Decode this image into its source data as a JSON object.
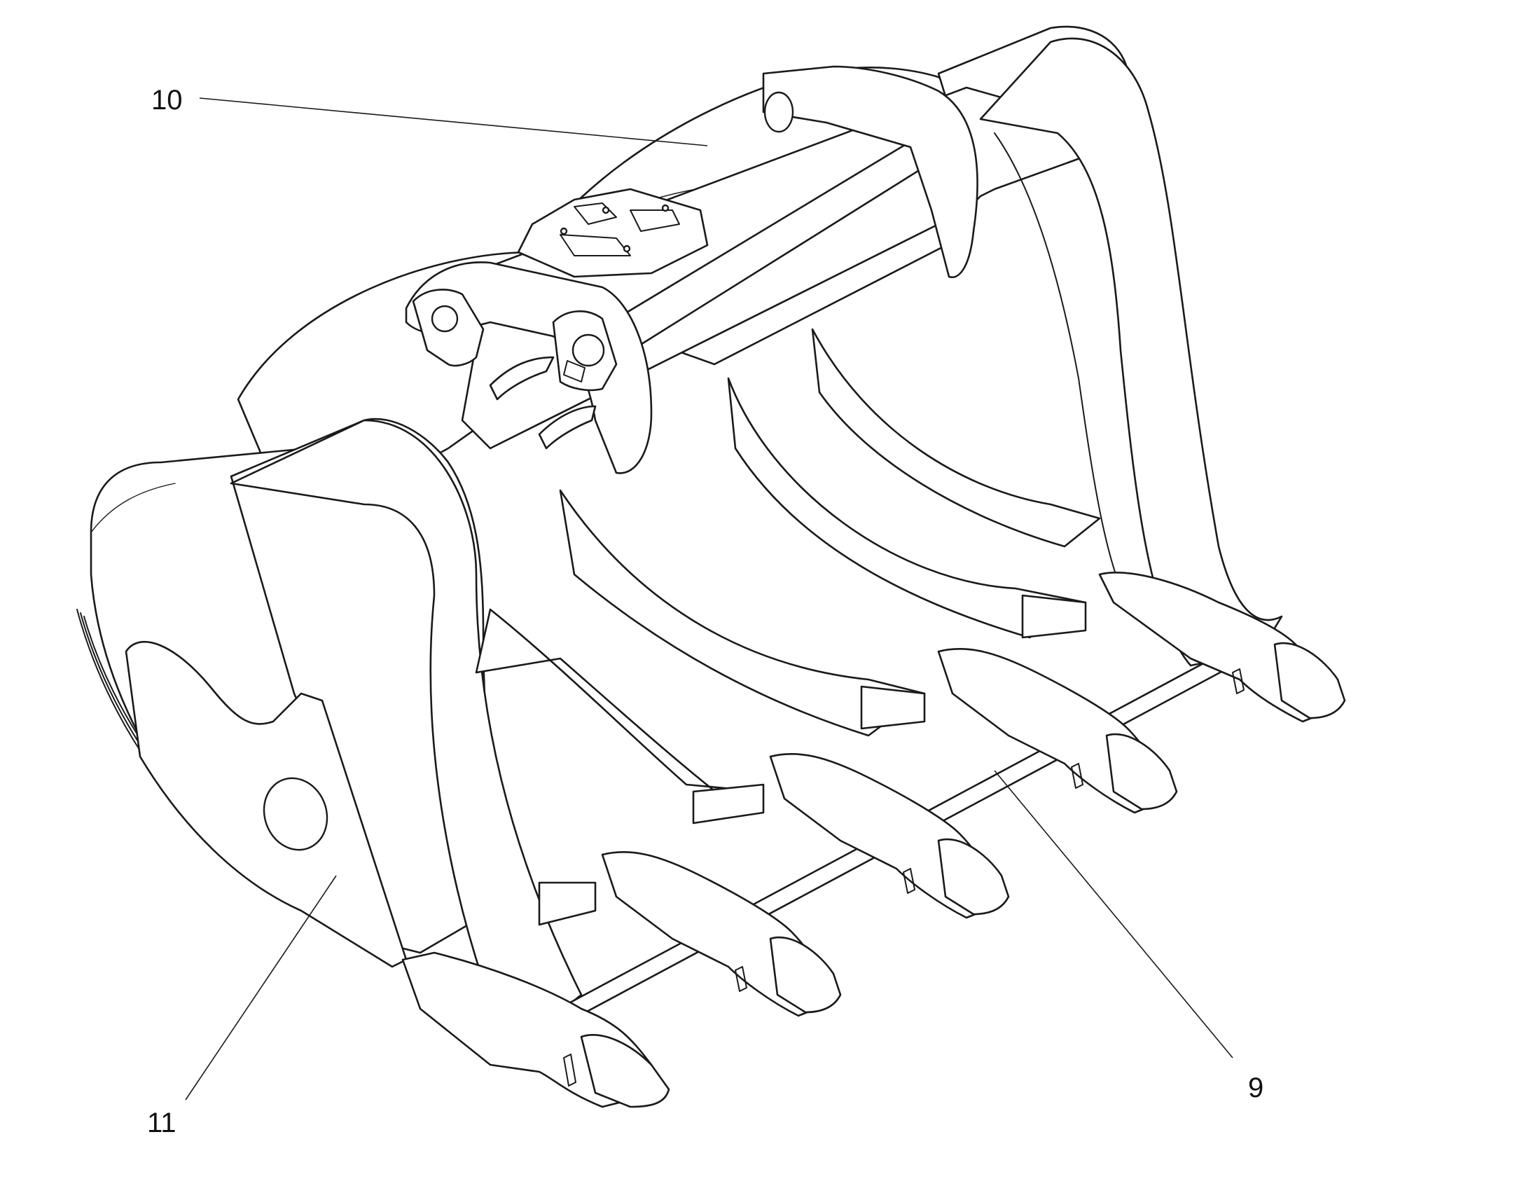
{
  "callouts": [
    {
      "id": "10",
      "label": "10"
    },
    {
      "id": "9",
      "label": "9"
    },
    {
      "id": "11",
      "label": "11"
    }
  ],
  "colors": {
    "line": "#1a1a1a",
    "background": "#ffffff"
  }
}
